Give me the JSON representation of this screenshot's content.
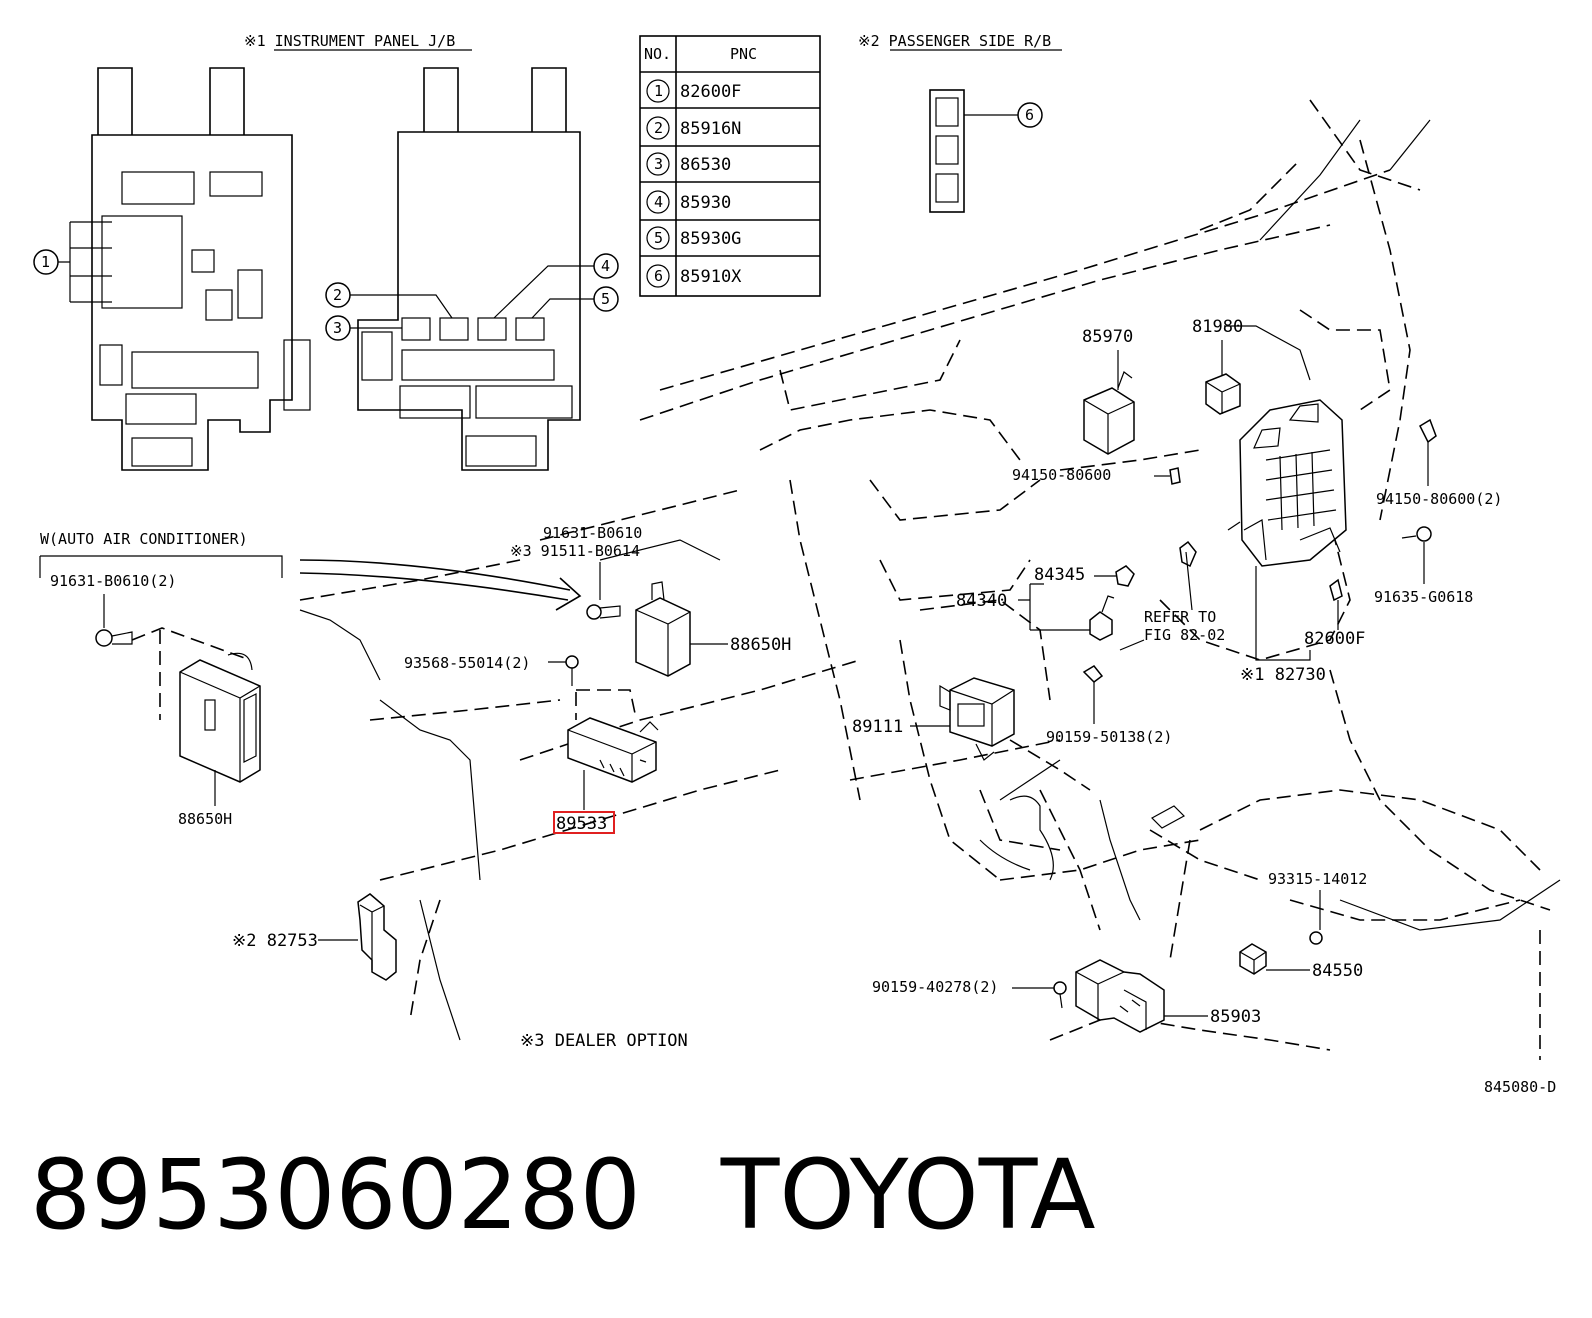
{
  "headers": {
    "instrument_panel": "※1 INSTRUMENT PANEL J/B",
    "passenger_side": "※2 PASSENGER SIDE R/B",
    "auto_ac": "W(AUTO AIR CONDITIONER)",
    "dealer_option": "※3  DEALER OPTION"
  },
  "pnc_table": {
    "col_no": "NO.",
    "col_pnc": "PNC",
    "rows": [
      {
        "no": "1",
        "pnc": "82600F"
      },
      {
        "no": "2",
        "pnc": "85916N"
      },
      {
        "no": "3",
        "pnc": "86530"
      },
      {
        "no": "4",
        "pnc": "85930"
      },
      {
        "no": "5",
        "pnc": "85930G"
      },
      {
        "no": "6",
        "pnc": "85910X"
      }
    ]
  },
  "callouts": {
    "c1": "1",
    "c2": "2",
    "c3": "3",
    "c4": "4",
    "c5": "5",
    "c6": "6"
  },
  "labels": {
    "l_91631_b0610_2": "91631-B0610(2)",
    "l_88650h_left": "88650H",
    "l_91631_b0610": "91631-B0610",
    "l_91511_b0614": "※3 91511-B0614",
    "l_88650h_right": "88650H",
    "l_93568_55014": "93568-55014(2)",
    "l_89533": "89533",
    "l_82753": "※2 82753",
    "l_85970": "85970",
    "l_81980": "81980",
    "l_94150_80600": "94150-80600",
    "l_94150_80600_2": "94150-80600(2)",
    "l_84345": "84345",
    "l_84340": "84340",
    "l_refer_to": "REFER TO",
    "l_fig": "FIG 82-02",
    "l_82600f": "82600F",
    "l_91635_g0618": "91635-G0618",
    "l_82730": "※1 82730",
    "l_89111": "89111",
    "l_90159_50138": "90159-50138(2)",
    "l_93315_14012": "93315-14012",
    "l_84550": "84550",
    "l_90159_40278": "90159-40278(2)",
    "l_85903": "85903",
    "l_figure_code": "845080-D"
  },
  "highlight_color": "#e02020",
  "caption": {
    "part_number": "8953060280",
    "brand": "TOYOTA"
  }
}
